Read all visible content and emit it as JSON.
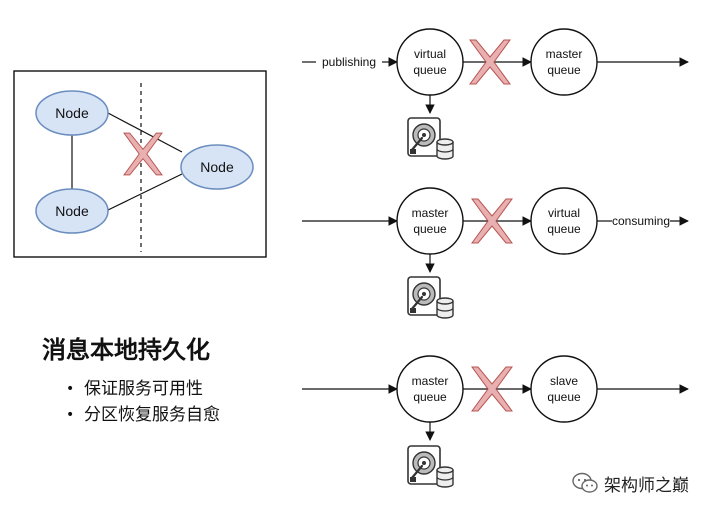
{
  "left_panel": {
    "nodes": [
      "Node",
      "Node",
      "Node"
    ]
  },
  "rows": [
    {
      "in_label": "publishing",
      "queue_a": [
        "virtual",
        "queue"
      ],
      "queue_b": [
        "master",
        "queue"
      ],
      "out_label": ""
    },
    {
      "in_label": "",
      "queue_a": [
        "master",
        "queue"
      ],
      "queue_b": [
        "virtual",
        "queue"
      ],
      "out_label": "consuming"
    },
    {
      "in_label": "",
      "queue_a": [
        "master",
        "queue"
      ],
      "queue_b": [
        "slave",
        "queue"
      ],
      "out_label": ""
    }
  ],
  "text": {
    "title": "消息本地持久化",
    "bullets": [
      "保证服务可用性",
      "分区恢复服务自愈"
    ]
  },
  "watermark": {
    "text": "架构师之巅",
    "icon": "wechat-icon"
  },
  "colors": {
    "node_fill": "#d6e4f6",
    "node_stroke": "#6c8ebf",
    "cross": "#e8b0b0",
    "cross_stroke": "#b85450"
  }
}
